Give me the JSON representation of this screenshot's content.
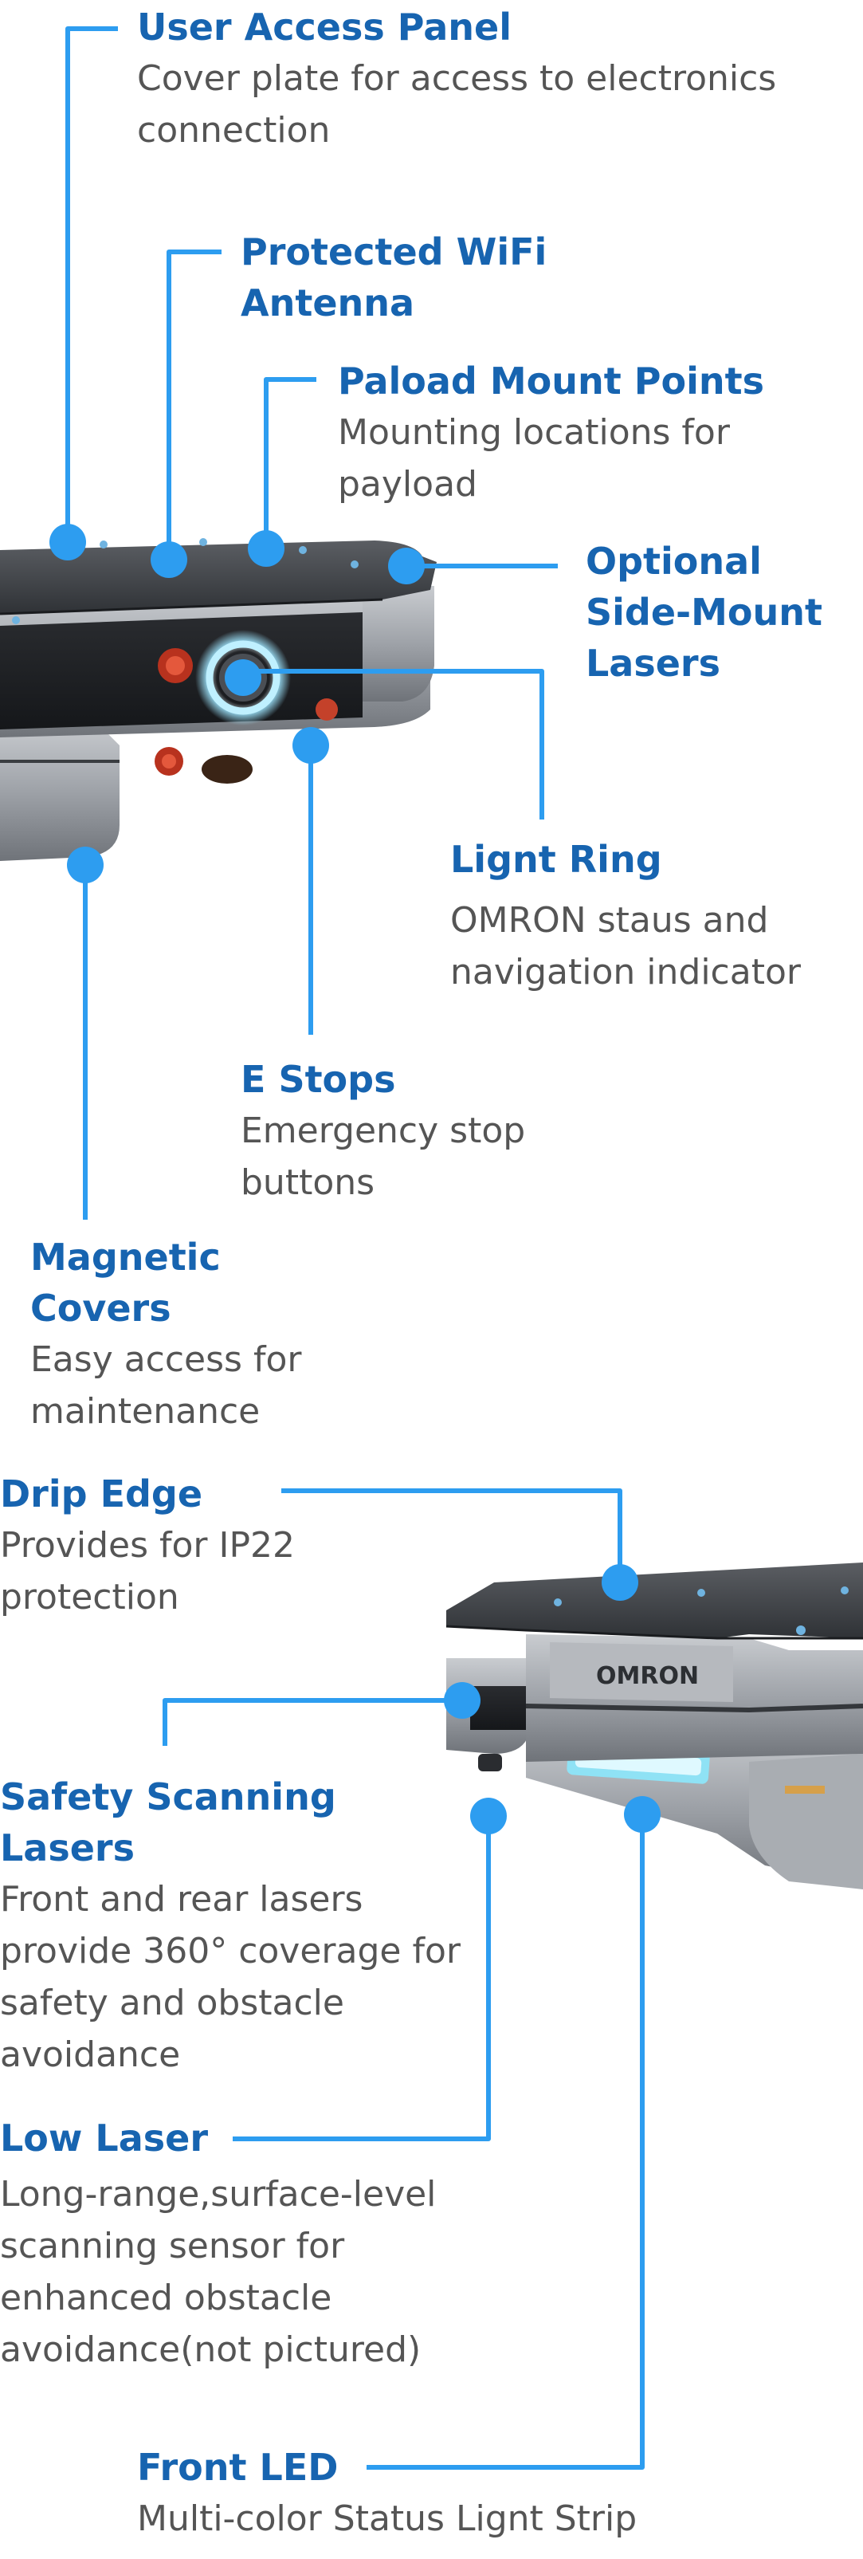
{
  "colors": {
    "accent_line": "#2d9df0",
    "title": "#1764b0",
    "description": "#555555",
    "light_ring": "#79d7ff",
    "led": "#a6f0ff"
  },
  "labels": {
    "user_access_panel": {
      "title": "User Access Panel",
      "desc": "Cover plate for access to electronics connection"
    },
    "protected_wifi_antenna": {
      "title": "Protected WiFi Antenna",
      "desc": ""
    },
    "payload_mount_points": {
      "title": "Paload Mount Points",
      "desc": "Mounting locations for payload"
    },
    "optional_side_mount_lasers": {
      "title": "Optional Side-Mount Lasers",
      "desc": ""
    },
    "light_ring": {
      "title": "Lignt Ring",
      "desc": "OMRON staus and navigation indicator"
    },
    "e_stops": {
      "title": "E Stops",
      "desc": "Emergency stop buttons"
    },
    "magnetic_covers": {
      "title": "Magnetic Covers",
      "desc": "Easy access for maintenance"
    },
    "drip_edge": {
      "title": "Drip Edge",
      "desc": "Provides for IP22 protection"
    },
    "safety_scanning_lasers": {
      "title": "Safety Scanning Lasers",
      "desc": "Front and rear lasers provide 360° coverage for safety and obstacle avoidance"
    },
    "low_laser": {
      "title": "Low Laser",
      "desc": "Long-range,surface-level scanning sensor for enhanced obstacle avoidance(not pictured)"
    },
    "front_led": {
      "title": "Front LED",
      "desc": "Multi-color Status Lignt Strip"
    }
  },
  "robot": {
    "brand": "OMRON"
  }
}
